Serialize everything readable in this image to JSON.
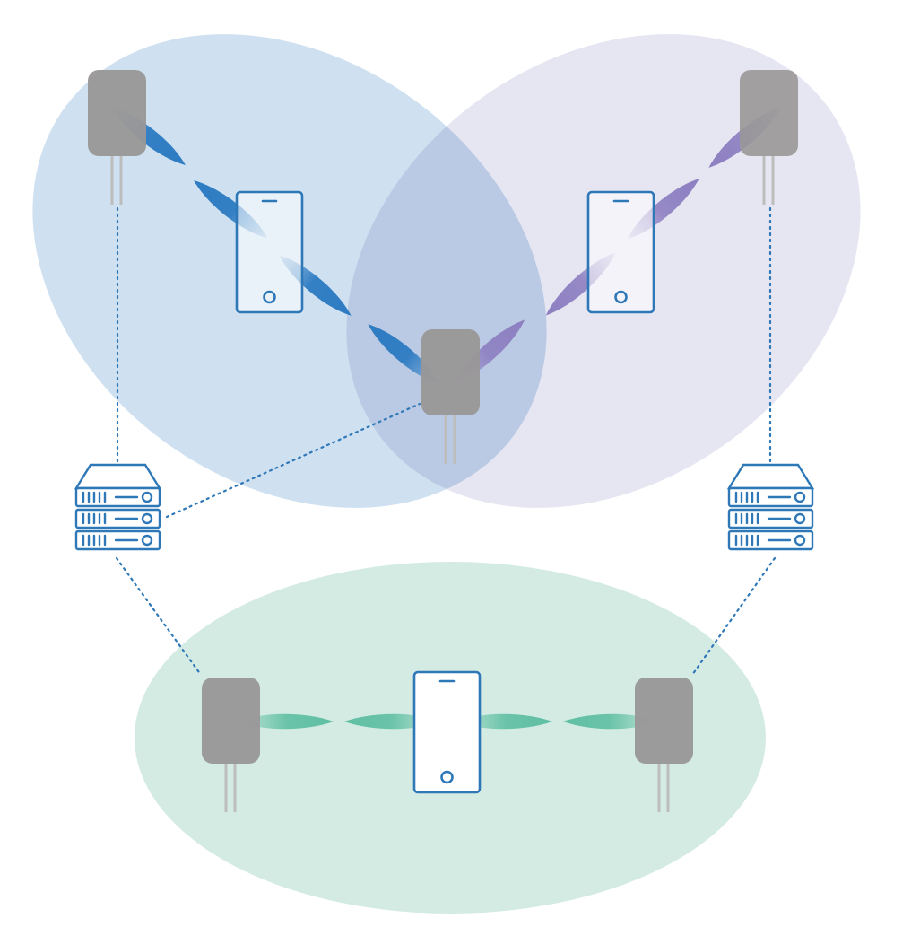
{
  "colors": {
    "background": "#ffffff",
    "cell_blue": "#cfe1f1",
    "cell_purple": "#e6e5f2",
    "cell_overlap": "#c3cde6",
    "cell_green": "#d4ebe4",
    "access_point": "#999797",
    "antenna": "#bdbdbd",
    "device_outline": "#2f78b8",
    "link_dots": "#2f78b8",
    "beam_blue": "#2d7bc2",
    "beam_purple": "#8d7fc1",
    "beam_green": "#5fbfa2"
  },
  "diagram": {
    "cells": [
      {
        "id": "cell-blue",
        "icon": "coverage-ellipse",
        "color": "cell_blue"
      },
      {
        "id": "cell-purple",
        "icon": "coverage-ellipse",
        "color": "cell_purple"
      },
      {
        "id": "cell-green",
        "icon": "coverage-ellipse",
        "color": "cell_green"
      }
    ],
    "access_points": [
      {
        "id": "ap-top-left",
        "icon": "access-point-icon"
      },
      {
        "id": "ap-top-right",
        "icon": "access-point-icon"
      },
      {
        "id": "ap-center",
        "icon": "access-point-icon"
      },
      {
        "id": "ap-bottom-left",
        "icon": "access-point-icon"
      },
      {
        "id": "ap-bottom-right",
        "icon": "access-point-icon"
      }
    ],
    "phones": [
      {
        "id": "phone-left",
        "icon": "smartphone-icon"
      },
      {
        "id": "phone-right",
        "icon": "smartphone-icon"
      },
      {
        "id": "phone-bottom",
        "icon": "smartphone-icon"
      }
    ],
    "servers": [
      {
        "id": "server-left",
        "icon": "server-rack-icon"
      },
      {
        "id": "server-right",
        "icon": "server-rack-icon"
      }
    ],
    "links": [
      "backhaul-dotted-link"
    ],
    "beams": [
      "radio-beam-blue",
      "radio-beam-purple",
      "radio-beam-green"
    ]
  }
}
